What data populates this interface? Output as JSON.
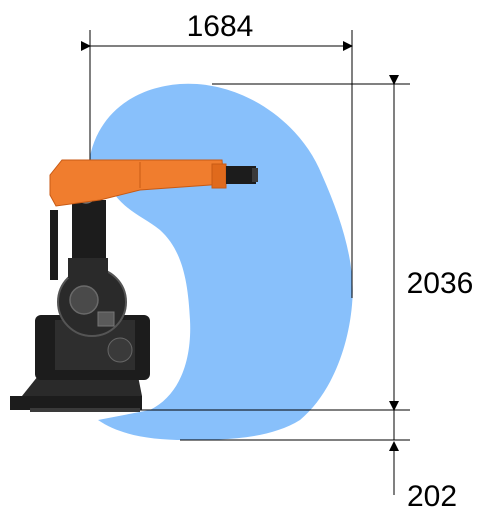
{
  "dimensions": {
    "reach": "1684",
    "height": "2036",
    "offset": "202"
  },
  "colors": {
    "work_envelope": "#88c0fb",
    "arm_orange": "#f07d2e",
    "arm_orange_dark": "#c85a14",
    "robot_dark": "#1c1c1c",
    "robot_mid": "#3a3a3a",
    "robot_light": "#5a5a5a",
    "line": "#000000"
  }
}
